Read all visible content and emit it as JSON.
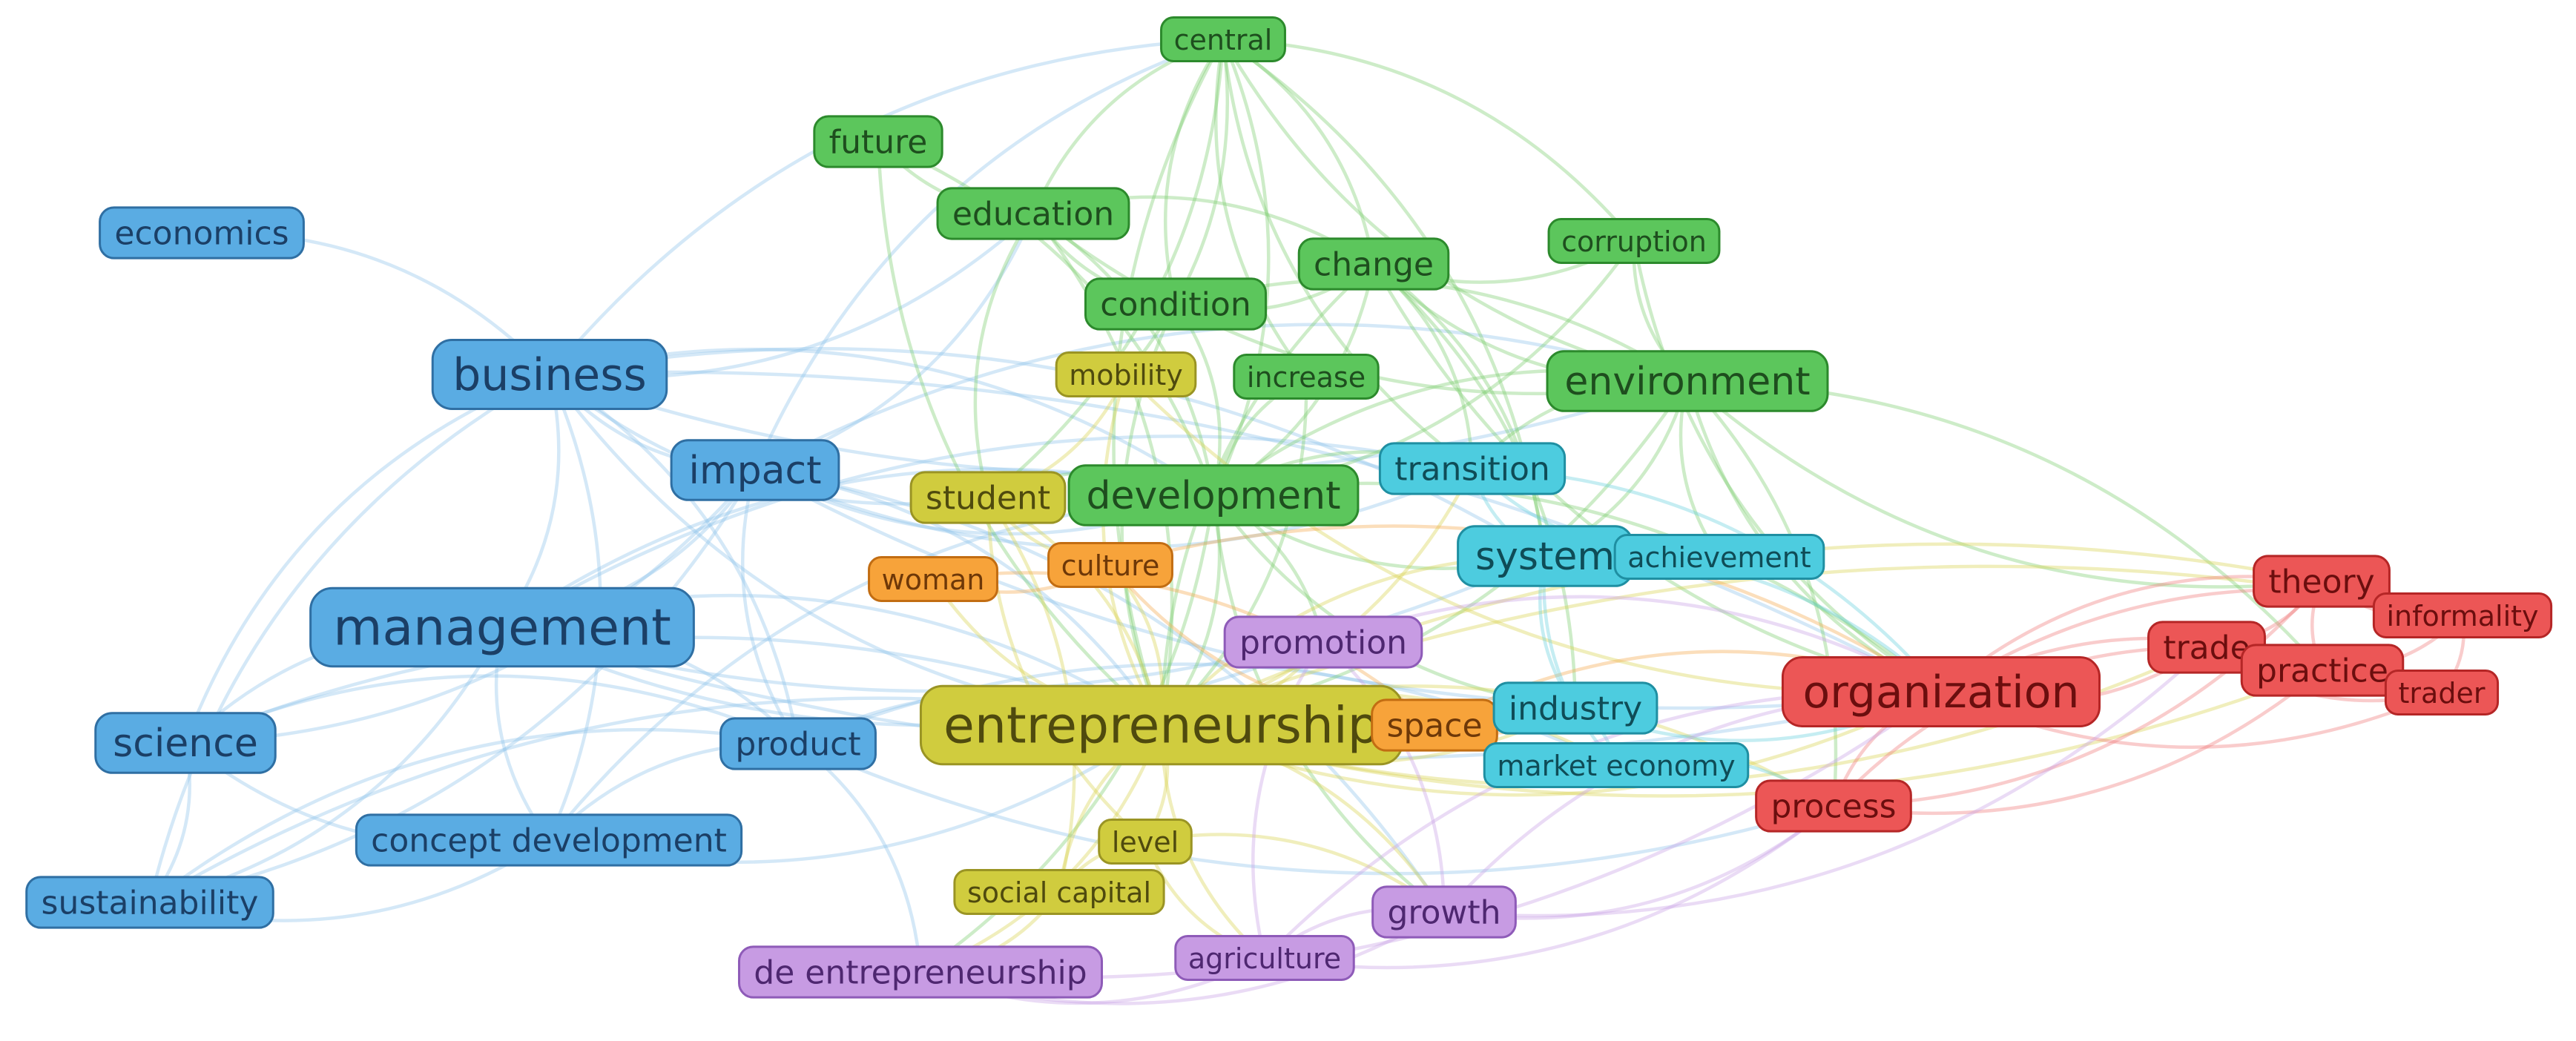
{
  "clusters": {
    "blue": {
      "fill": "#5AACE3",
      "stroke": "#2F6FA3",
      "text": "#1B3F66",
      "edge": "#8FC3EA"
    },
    "green": {
      "fill": "#5CC65C",
      "stroke": "#2C8A2C",
      "text": "#1E4E1E",
      "edge": "#7CCD6E"
    },
    "yellow": {
      "fill": "#D0CC3E",
      "stroke": "#9A9424",
      "text": "#4F4A0E",
      "edge": "#D8D24E"
    },
    "orange": {
      "fill": "#F7A33A",
      "stroke": "#C26D12",
      "text": "#6E3808",
      "edge": "#F5A84B"
    },
    "cyan": {
      "fill": "#4DCCDF",
      "stroke": "#1F8FA2",
      "text": "#0F4C57",
      "edge": "#66D0DC"
    },
    "red": {
      "fill": "#EC5656",
      "stroke": "#B52626",
      "text": "#6B0E0E",
      "edge": "#F07A7A"
    },
    "purple": {
      "fill": "#C79BE3",
      "stroke": "#8E5BB8",
      "text": "#4E2770",
      "edge": "#C7A0E6"
    }
  },
  "nodes": [
    {
      "id": "economics",
      "label": "economics",
      "cluster": "blue",
      "size": 2
    },
    {
      "id": "business",
      "label": "business",
      "cluster": "blue",
      "size": 4
    },
    {
      "id": "impact",
      "label": "impact",
      "cluster": "blue",
      "size": 3
    },
    {
      "id": "management",
      "label": "management",
      "cluster": "blue",
      "size": 5
    },
    {
      "id": "science",
      "label": "science",
      "cluster": "blue",
      "size": 3
    },
    {
      "id": "product",
      "label": "product",
      "cluster": "blue",
      "size": 2
    },
    {
      "id": "concept_development",
      "label": "concept development",
      "cluster": "blue",
      "size": 2
    },
    {
      "id": "sustainability",
      "label": "sustainability",
      "cluster": "blue",
      "size": 2
    },
    {
      "id": "central",
      "label": "central",
      "cluster": "green",
      "size": 1
    },
    {
      "id": "future",
      "label": "future",
      "cluster": "green",
      "size": 2
    },
    {
      "id": "education",
      "label": "education",
      "cluster": "green",
      "size": 2
    },
    {
      "id": "change",
      "label": "change",
      "cluster": "green",
      "size": 2
    },
    {
      "id": "corruption",
      "label": "corruption",
      "cluster": "green",
      "size": 1
    },
    {
      "id": "condition",
      "label": "condition",
      "cluster": "green",
      "size": 2
    },
    {
      "id": "increase",
      "label": "increase",
      "cluster": "green",
      "size": 1
    },
    {
      "id": "environment",
      "label": "environment",
      "cluster": "green",
      "size": 3
    },
    {
      "id": "development",
      "label": "development",
      "cluster": "green",
      "size": 3
    },
    {
      "id": "mobility",
      "label": "mobility",
      "cluster": "yellow",
      "size": 1
    },
    {
      "id": "student",
      "label": "student",
      "cluster": "yellow",
      "size": 2
    },
    {
      "id": "entrepreneurship",
      "label": "entrepreneurship",
      "cluster": "yellow",
      "size": 5
    },
    {
      "id": "level",
      "label": "level",
      "cluster": "yellow",
      "size": 1
    },
    {
      "id": "social_capital",
      "label": "social capital",
      "cluster": "yellow",
      "size": 1
    },
    {
      "id": "woman",
      "label": "woman",
      "cluster": "orange",
      "size": 1
    },
    {
      "id": "culture",
      "label": "culture",
      "cluster": "orange",
      "size": 1
    },
    {
      "id": "space",
      "label": "space",
      "cluster": "orange",
      "size": 2
    },
    {
      "id": "transition",
      "label": "transition",
      "cluster": "cyan",
      "size": 2
    },
    {
      "id": "system",
      "label": "system",
      "cluster": "cyan",
      "size": 3
    },
    {
      "id": "achievement",
      "label": "achievement",
      "cluster": "cyan",
      "size": 1
    },
    {
      "id": "industry",
      "label": "industry",
      "cluster": "cyan",
      "size": 2
    },
    {
      "id": "market_economy",
      "label": "market economy",
      "cluster": "cyan",
      "size": 1
    },
    {
      "id": "theory",
      "label": "theory",
      "cluster": "red",
      "size": 2
    },
    {
      "id": "informality",
      "label": "informality",
      "cluster": "red",
      "size": 1
    },
    {
      "id": "trade",
      "label": "trade",
      "cluster": "red",
      "size": 2
    },
    {
      "id": "practice",
      "label": "practice",
      "cluster": "red",
      "size": 2
    },
    {
      "id": "trader",
      "label": "trader",
      "cluster": "red",
      "size": 1
    },
    {
      "id": "organization",
      "label": "organization",
      "cluster": "red",
      "size": 4
    },
    {
      "id": "process",
      "label": "process",
      "cluster": "red",
      "size": 2
    },
    {
      "id": "promotion",
      "label": "promotion",
      "cluster": "purple",
      "size": 2
    },
    {
      "id": "growth",
      "label": "growth",
      "cluster": "purple",
      "size": 2
    },
    {
      "id": "agriculture",
      "label": "agriculture",
      "cluster": "purple",
      "size": 1
    },
    {
      "id": "de_entrepreneurship",
      "label": "de entrepreneurship",
      "cluster": "purple",
      "size": 2
    }
  ],
  "edges": [
    [
      "economics",
      "business"
    ],
    [
      "business",
      "impact"
    ],
    [
      "business",
      "management"
    ],
    [
      "business",
      "science"
    ],
    [
      "business",
      "product"
    ],
    [
      "business",
      "sustainability"
    ],
    [
      "business",
      "concept_development"
    ],
    [
      "business",
      "entrepreneurship"
    ],
    [
      "business",
      "development"
    ],
    [
      "business",
      "education"
    ],
    [
      "business",
      "central"
    ],
    [
      "business",
      "student"
    ],
    [
      "business",
      "system"
    ],
    [
      "business",
      "environment"
    ],
    [
      "business",
      "organization"
    ],
    [
      "management",
      "science"
    ],
    [
      "management",
      "sustainability"
    ],
    [
      "management",
      "concept_development"
    ],
    [
      "management",
      "product"
    ],
    [
      "management",
      "impact"
    ],
    [
      "management",
      "entrepreneurship"
    ],
    [
      "management",
      "organization"
    ],
    [
      "management",
      "development"
    ],
    [
      "management",
      "system"
    ],
    [
      "management",
      "transition"
    ],
    [
      "management",
      "promotion"
    ],
    [
      "science",
      "sustainability"
    ],
    [
      "science",
      "concept_development"
    ],
    [
      "science",
      "product"
    ],
    [
      "science",
      "impact"
    ],
    [
      "science",
      "entrepreneurship"
    ],
    [
      "sustainability",
      "concept_development"
    ],
    [
      "sustainability",
      "product"
    ],
    [
      "sustainability",
      "impact"
    ],
    [
      "sustainability",
      "entrepreneurship"
    ],
    [
      "impact",
      "product"
    ],
    [
      "impact",
      "entrepreneurship"
    ],
    [
      "impact",
      "development"
    ],
    [
      "impact",
      "environment"
    ],
    [
      "impact",
      "education"
    ],
    [
      "impact",
      "central"
    ],
    [
      "impact",
      "transition"
    ],
    [
      "impact",
      "growth"
    ],
    [
      "impact",
      "organization"
    ],
    [
      "product",
      "entrepreneurship"
    ],
    [
      "product",
      "concept_development"
    ],
    [
      "product",
      "de_entrepreneurship"
    ],
    [
      "product",
      "process"
    ],
    [
      "product",
      "market_economy"
    ],
    [
      "concept_development",
      "entrepreneurship"
    ],
    [
      "concept_development",
      "development"
    ],
    [
      "central",
      "education"
    ],
    [
      "central",
      "change"
    ],
    [
      "central",
      "condition"
    ],
    [
      "central",
      "development"
    ],
    [
      "central",
      "environment"
    ],
    [
      "central",
      "corruption"
    ],
    [
      "central",
      "increase"
    ],
    [
      "central",
      "mobility"
    ],
    [
      "central",
      "entrepreneurship"
    ],
    [
      "central",
      "system"
    ],
    [
      "central",
      "transition"
    ],
    [
      "central",
      "student"
    ],
    [
      "future",
      "education"
    ],
    [
      "future",
      "development"
    ],
    [
      "future",
      "entrepreneurship"
    ],
    [
      "education",
      "development"
    ],
    [
      "education",
      "student"
    ],
    [
      "education",
      "entrepreneurship"
    ],
    [
      "education",
      "condition"
    ],
    [
      "education",
      "change"
    ],
    [
      "education",
      "environment"
    ],
    [
      "change",
      "development"
    ],
    [
      "change",
      "environment"
    ],
    [
      "change",
      "condition"
    ],
    [
      "change",
      "corruption"
    ],
    [
      "change",
      "transition"
    ],
    [
      "change",
      "entrepreneurship"
    ],
    [
      "change",
      "system"
    ],
    [
      "change",
      "organization"
    ],
    [
      "change",
      "industry"
    ],
    [
      "corruption",
      "environment"
    ],
    [
      "corruption",
      "development"
    ],
    [
      "corruption",
      "organization"
    ],
    [
      "condition",
      "development"
    ],
    [
      "condition",
      "entrepreneurship"
    ],
    [
      "condition",
      "environment"
    ],
    [
      "increase",
      "development"
    ],
    [
      "increase",
      "entrepreneurship"
    ],
    [
      "environment",
      "development"
    ],
    [
      "environment",
      "entrepreneurship"
    ],
    [
      "environment",
      "organization"
    ],
    [
      "environment",
      "system"
    ],
    [
      "environment",
      "transition"
    ],
    [
      "environment",
      "process"
    ],
    [
      "environment",
      "theory"
    ],
    [
      "environment",
      "practice"
    ],
    [
      "environment",
      "achievement"
    ],
    [
      "development",
      "entrepreneurship"
    ],
    [
      "development",
      "student"
    ],
    [
      "development",
      "transition"
    ],
    [
      "development",
      "system"
    ],
    [
      "development",
      "organization"
    ],
    [
      "development",
      "growth"
    ],
    [
      "development",
      "promotion"
    ],
    [
      "development",
      "industry"
    ],
    [
      "development",
      "de_entrepreneurship"
    ],
    [
      "mobility",
      "entrepreneurship"
    ],
    [
      "mobility",
      "student"
    ],
    [
      "mobility",
      "organization"
    ],
    [
      "student",
      "entrepreneurship"
    ],
    [
      "student",
      "culture"
    ],
    [
      "student",
      "social_capital"
    ],
    [
      "student",
      "level"
    ],
    [
      "entrepreneurship",
      "level"
    ],
    [
      "entrepreneurship",
      "social_capital"
    ],
    [
      "entrepreneurship",
      "woman"
    ],
    [
      "entrepreneurship",
      "culture"
    ],
    [
      "entrepreneurship",
      "space"
    ],
    [
      "entrepreneurship",
      "promotion"
    ],
    [
      "entrepreneurship",
      "growth"
    ],
    [
      "entrepreneurship",
      "agriculture"
    ],
    [
      "entrepreneurship",
      "de_entrepreneurship"
    ],
    [
      "entrepreneurship",
      "industry"
    ],
    [
      "entrepreneurship",
      "system"
    ],
    [
      "entrepreneurship",
      "organization"
    ],
    [
      "entrepreneurship",
      "process"
    ],
    [
      "entrepreneurship",
      "transition"
    ],
    [
      "entrepreneurship",
      "market_economy"
    ],
    [
      "entrepreneurship",
      "trade"
    ],
    [
      "entrepreneurship",
      "theory"
    ],
    [
      "entrepreneurship",
      "practice"
    ],
    [
      "entrepreneurship",
      "informality"
    ],
    [
      "level",
      "social_capital"
    ],
    [
      "level",
      "growth"
    ],
    [
      "level",
      "agriculture"
    ],
    [
      "social_capital",
      "de_entrepreneurship"
    ],
    [
      "woman",
      "culture"
    ],
    [
      "woman",
      "space"
    ],
    [
      "culture",
      "space"
    ],
    [
      "culture",
      "organization"
    ],
    [
      "space",
      "industry"
    ],
    [
      "space",
      "organization"
    ],
    [
      "transition",
      "system"
    ],
    [
      "transition",
      "organization"
    ],
    [
      "transition",
      "achievement"
    ],
    [
      "system",
      "achievement"
    ],
    [
      "system",
      "industry"
    ],
    [
      "system",
      "organization"
    ],
    [
      "system",
      "market_economy"
    ],
    [
      "industry",
      "market_economy"
    ],
    [
      "industry",
      "organization"
    ],
    [
      "market_economy",
      "process"
    ],
    [
      "organization",
      "process"
    ],
    [
      "organization",
      "theory"
    ],
    [
      "organization",
      "trade"
    ],
    [
      "organization",
      "practice"
    ],
    [
      "organization",
      "trader"
    ],
    [
      "organization",
      "informality"
    ],
    [
      "theory",
      "practice"
    ],
    [
      "theory",
      "trade"
    ],
    [
      "theory",
      "informality"
    ],
    [
      "trade",
      "practice"
    ],
    [
      "trade",
      "trader"
    ],
    [
      "practice",
      "trader"
    ],
    [
      "practice",
      "informality"
    ],
    [
      "informality",
      "trader"
    ],
    [
      "process",
      "practice"
    ],
    [
      "process",
      "trade"
    ],
    [
      "process",
      "theory"
    ],
    [
      "promotion",
      "growth"
    ],
    [
      "promotion",
      "agriculture"
    ],
    [
      "promotion",
      "organization"
    ],
    [
      "growth",
      "agriculture"
    ],
    [
      "growth",
      "de_entrepreneurship"
    ],
    [
      "growth",
      "process"
    ],
    [
      "growth",
      "organization"
    ],
    [
      "growth",
      "trade"
    ],
    [
      "agriculture",
      "de_entrepreneurship"
    ],
    [
      "agriculture",
      "process"
    ],
    [
      "agriculture",
      "organization"
    ],
    [
      "de_entrepreneurship",
      "organization"
    ]
  ]
}
